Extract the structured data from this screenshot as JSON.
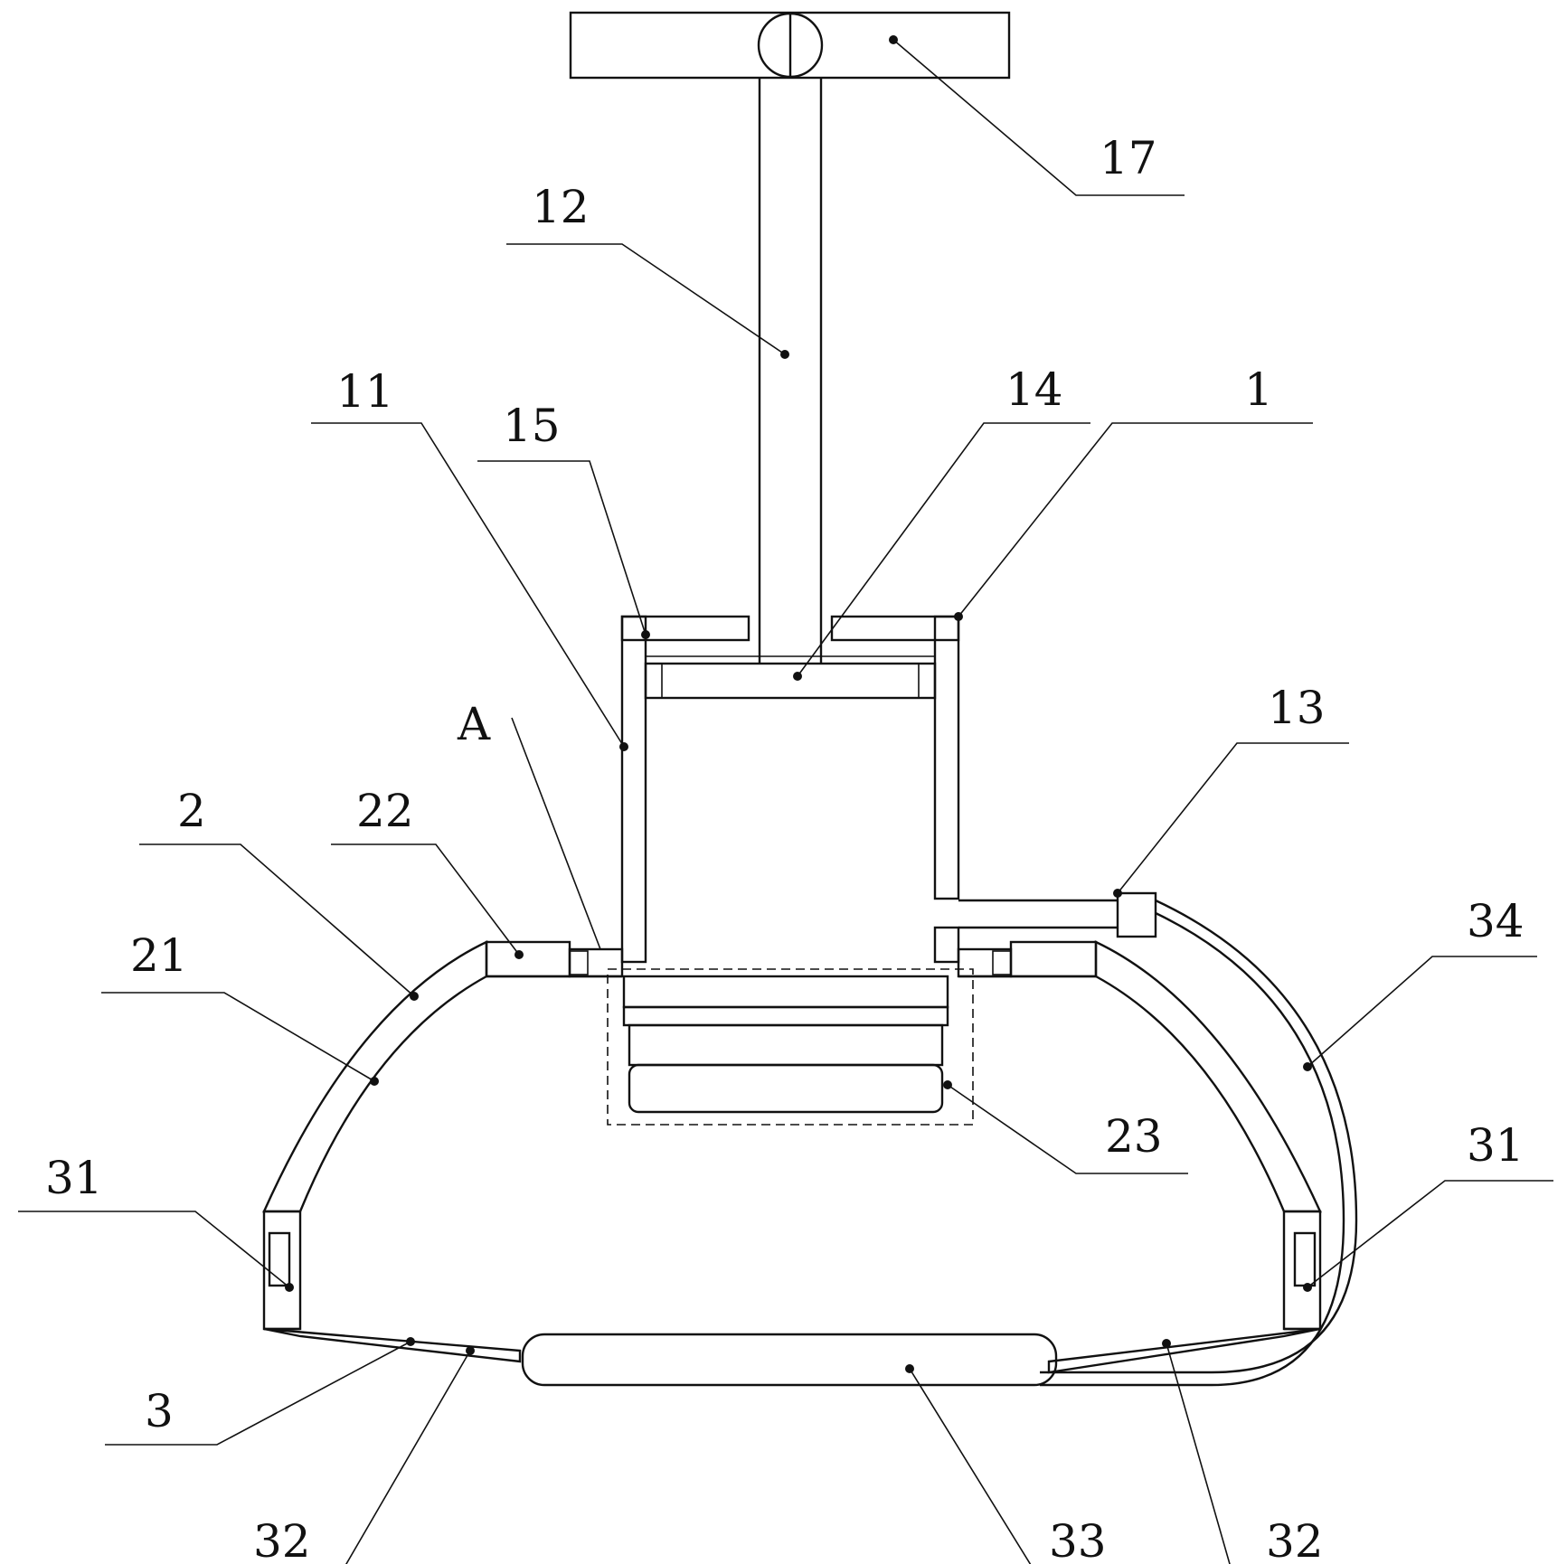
{
  "figure": {
    "labels": {
      "body": "1",
      "hatch_wall": "11",
      "rod": "12",
      "valve": "13",
      "piston": "14",
      "spring_top": "15",
      "handle": "17",
      "cover": "2",
      "cover_wall": "21",
      "tube": "22",
      "brush": "23",
      "base": "3",
      "slot_left": "31",
      "slot_right": "31",
      "strip_left": "32",
      "strip_right": "32",
      "bag": "33",
      "hose": "34",
      "detail": "A"
    }
  }
}
